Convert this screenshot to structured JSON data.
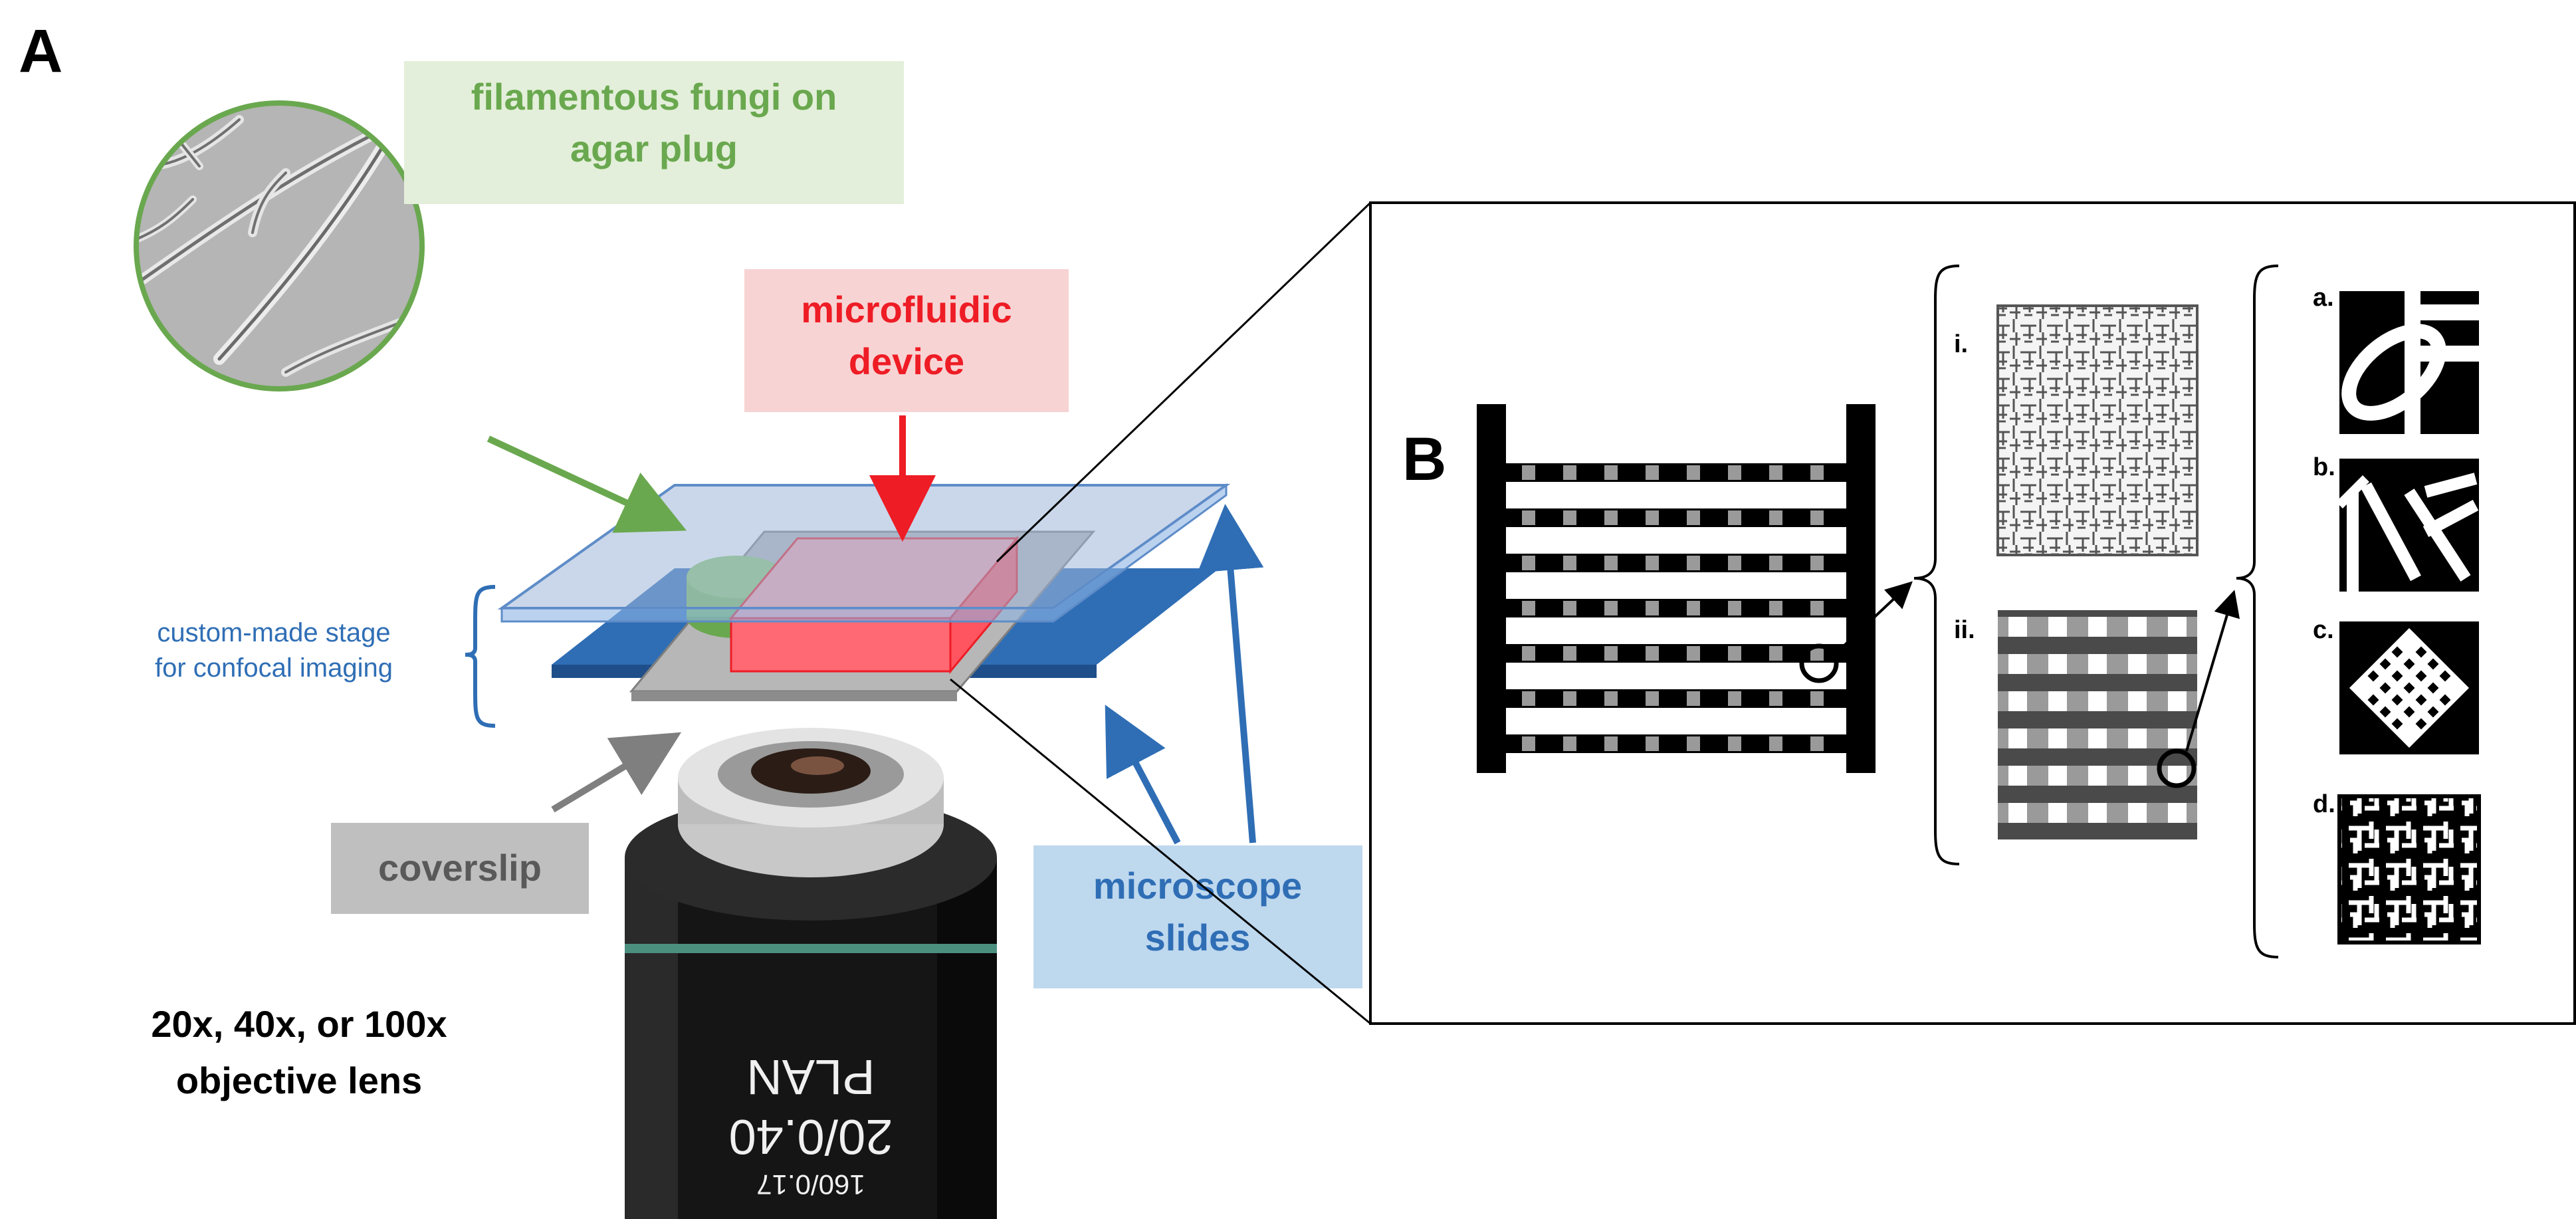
{
  "panel_a": {
    "letter": "A",
    "fungi_label": [
      "filamentous fungi on",
      "agar plug"
    ],
    "device_label": [
      "microfluidic",
      "device"
    ],
    "stage_label": [
      "custom-made stage",
      "for confocal imaging"
    ],
    "coverslip_label": "coverslip",
    "slides_label": [
      "microscope",
      "slides"
    ],
    "objective_label": [
      "20x, 40x, or 100x",
      "objective lens"
    ],
    "lens_engraving": [
      "160/0.17",
      "20/0.40",
      "PLAN"
    ]
  },
  "panel_b": {
    "letter": "B",
    "row_labels": [
      "i.",
      "ii."
    ],
    "obstacle_labels": [
      "a.",
      "b.",
      "c.",
      "d."
    ]
  },
  "colors": {
    "green": "#6aa84f",
    "green_fill": "#e3efda",
    "red": "#ee1c25",
    "red_fill": "#f8d3d3",
    "blue": "#2f6eb5",
    "blue_fill": "#bed8ee",
    "grey_fill": "#bfbfbf",
    "grey_text": "#595959"
  }
}
